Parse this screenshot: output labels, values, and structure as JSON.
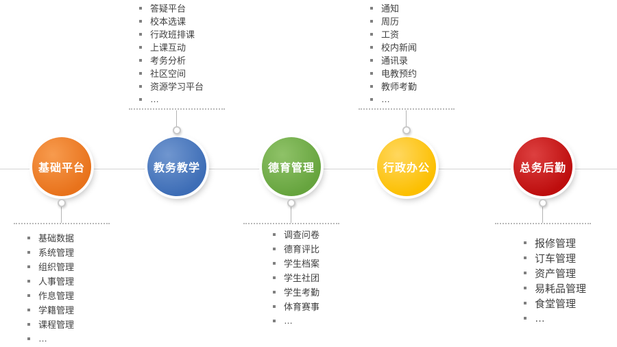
{
  "modules": [
    {
      "label": "基础平台",
      "color": "#e8721b",
      "list_position": "below",
      "items": [
        "基础数据",
        "系统管理",
        "组织管理",
        "人事管理",
        "作息管理",
        "学籍管理",
        "课程管理",
        "…"
      ]
    },
    {
      "label": "教务教学",
      "color": "#4271b5",
      "list_position": "above",
      "items": [
        "答疑平台",
        "校本选课",
        "行政班排课",
        "上课互动",
        "考务分析",
        "社区空间",
        "资源学习平台",
        "…"
      ]
    },
    {
      "label": "德育管理",
      "color": "#6ca845",
      "list_position": "below",
      "items": [
        "调查问卷",
        "德育评比",
        "学生档案",
        "学生社团",
        "学生考勤",
        "体育赛事",
        "…"
      ]
    },
    {
      "label": "行政办公",
      "color": "#fdbf00",
      "list_position": "above",
      "items": [
        "通知",
        "周历",
        "工资",
        "校内新闻",
        "通讯录",
        "电教预约",
        "教师考勤",
        "…"
      ]
    },
    {
      "label": "总务后勤",
      "color": "#c01010",
      "list_position": "below",
      "items": [
        "报修管理",
        "订车管理",
        "资产管理",
        "易耗品管理",
        "食堂管理",
        "…"
      ]
    }
  ]
}
